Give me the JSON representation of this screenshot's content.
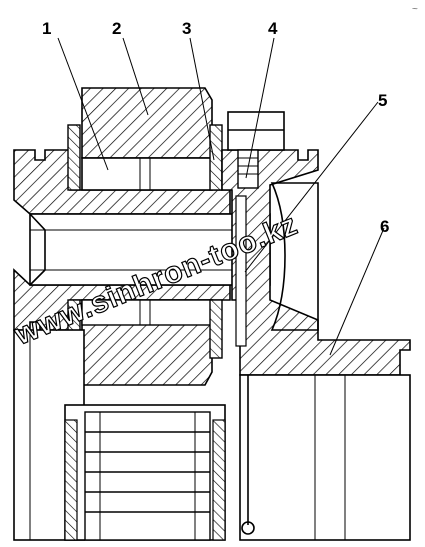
{
  "callouts": [
    {
      "id": "1",
      "label": "1"
    },
    {
      "id": "2",
      "label": "2"
    },
    {
      "id": "3",
      "label": "3"
    },
    {
      "id": "4",
      "label": "4"
    },
    {
      "id": "5",
      "label": "5"
    },
    {
      "id": "6",
      "label": "6"
    }
  ],
  "watermark": "www.sinhron-too.kz",
  "corner_mark": "~"
}
